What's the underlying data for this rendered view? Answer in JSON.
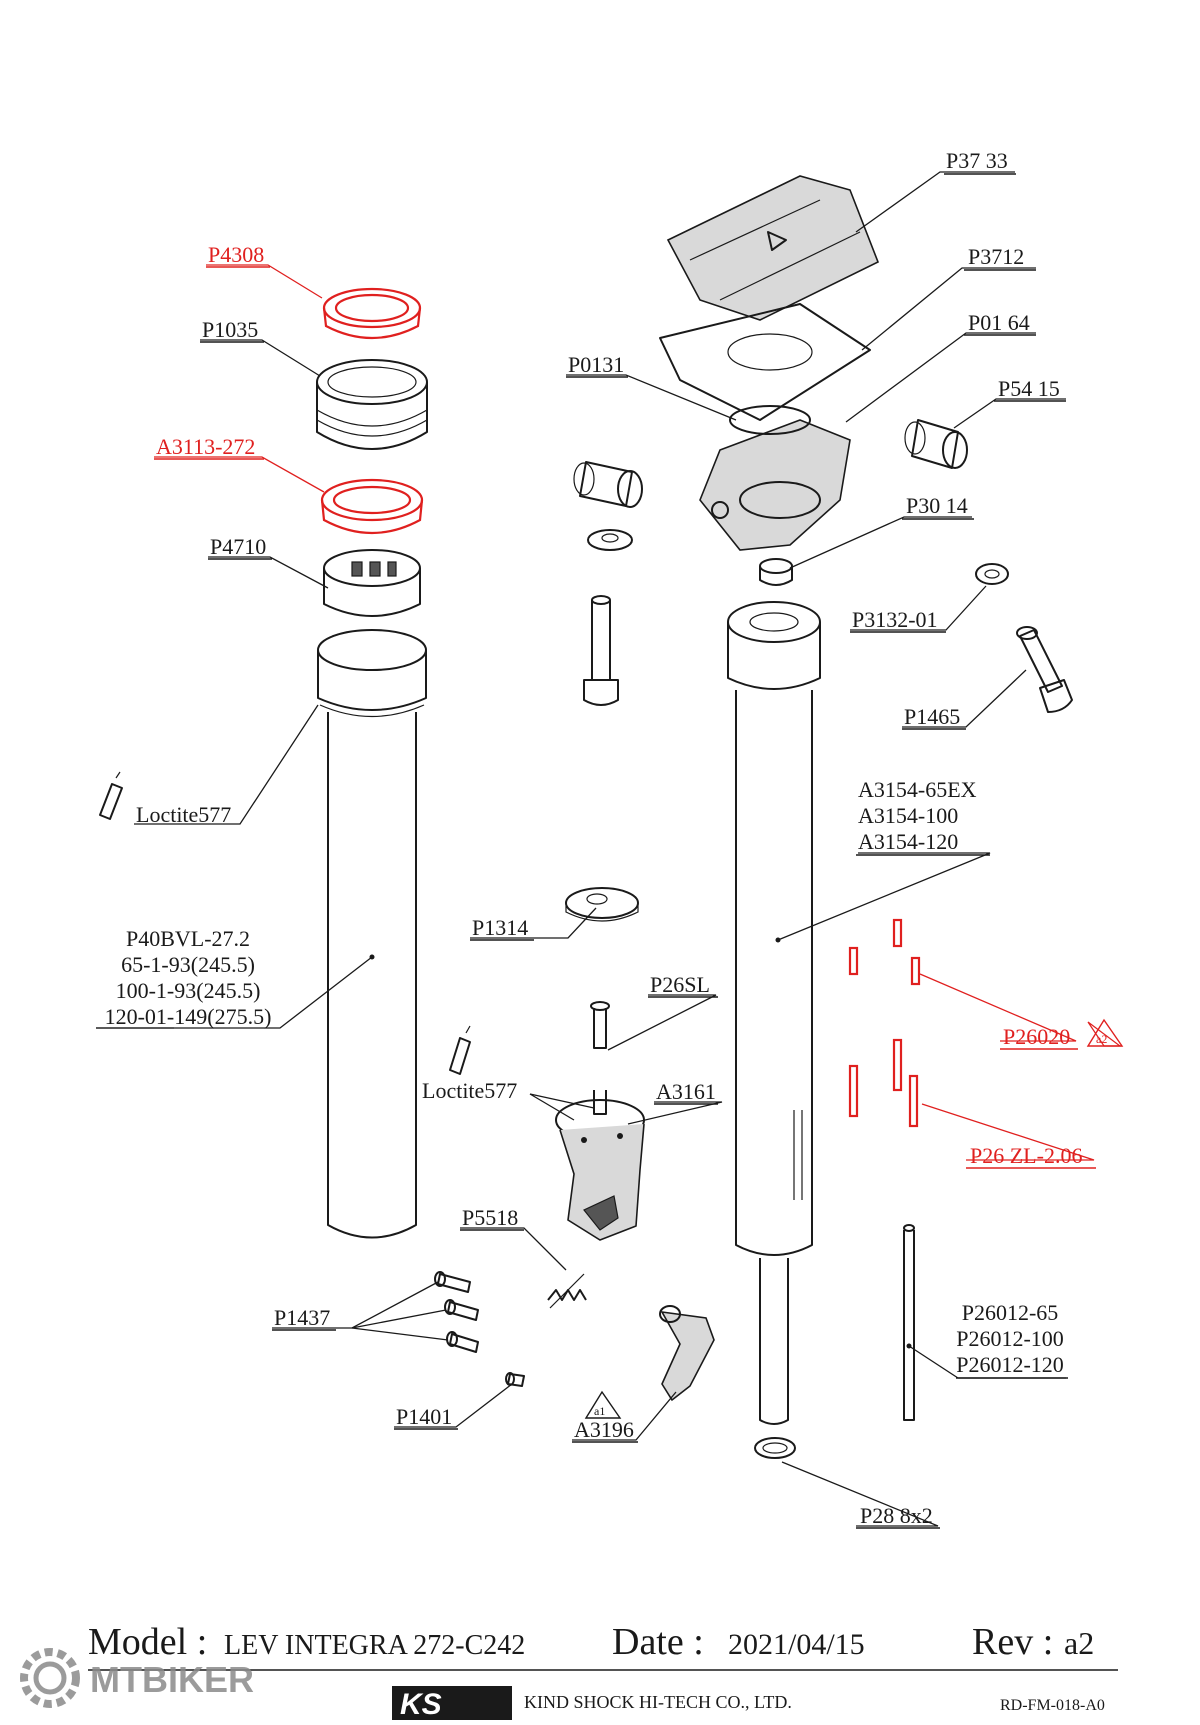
{
  "labels": {
    "p3733": "P37 33",
    "p3712": "P3712",
    "p0164": "P01 64",
    "p5415": "P54 15",
    "p0131": "P0131",
    "p3014": "P30 14",
    "p3132": "P3132-01",
    "p1465": "P1465",
    "p4308": "P4308",
    "p1035": "P1035",
    "a3113": "A3113-272",
    "p4710": "P4710",
    "loctite_top": "Loctite577",
    "loctite_mid": "Loctite577",
    "p1314": "P1314",
    "p26sl": "P26SL",
    "a3161": "A3161",
    "p5518": "P5518",
    "p1437": "P1437",
    "p1401": "P1401",
    "a3196": "A3196",
    "p288x2": "P28 8x2",
    "p26020": "P26020",
    "p26zl": "P26 ZL-2.06",
    "tri_a2": "a2",
    "tri_a1": "a1",
    "a3154_lines": [
      "A3154-65EX",
      "A3154-100",
      "A3154-120"
    ],
    "p40bvl_lines": [
      "P40BVL-27.2",
      "65-1-93(245.5)",
      "100-1-93(245.5)",
      "120-01-149(275.5)"
    ],
    "p26012_lines": [
      "P26012-65",
      "P26012-100",
      "P26012-120"
    ]
  },
  "title_block": {
    "model_label": "Model :",
    "model_value": "LEV INTEGRA 272-C242",
    "date_label": "Date :",
    "date_value": "2021/04/15",
    "rev_label": "Rev :",
    "rev_value": "a2",
    "company": "KIND SHOCK HI-TECH CO., LTD.",
    "logo": "KS",
    "form_no": "RD-FM-018-A0"
  },
  "watermark": "MTBIKER",
  "colors": {
    "line": "#1a1a1a",
    "highlight": "#e0201f"
  }
}
